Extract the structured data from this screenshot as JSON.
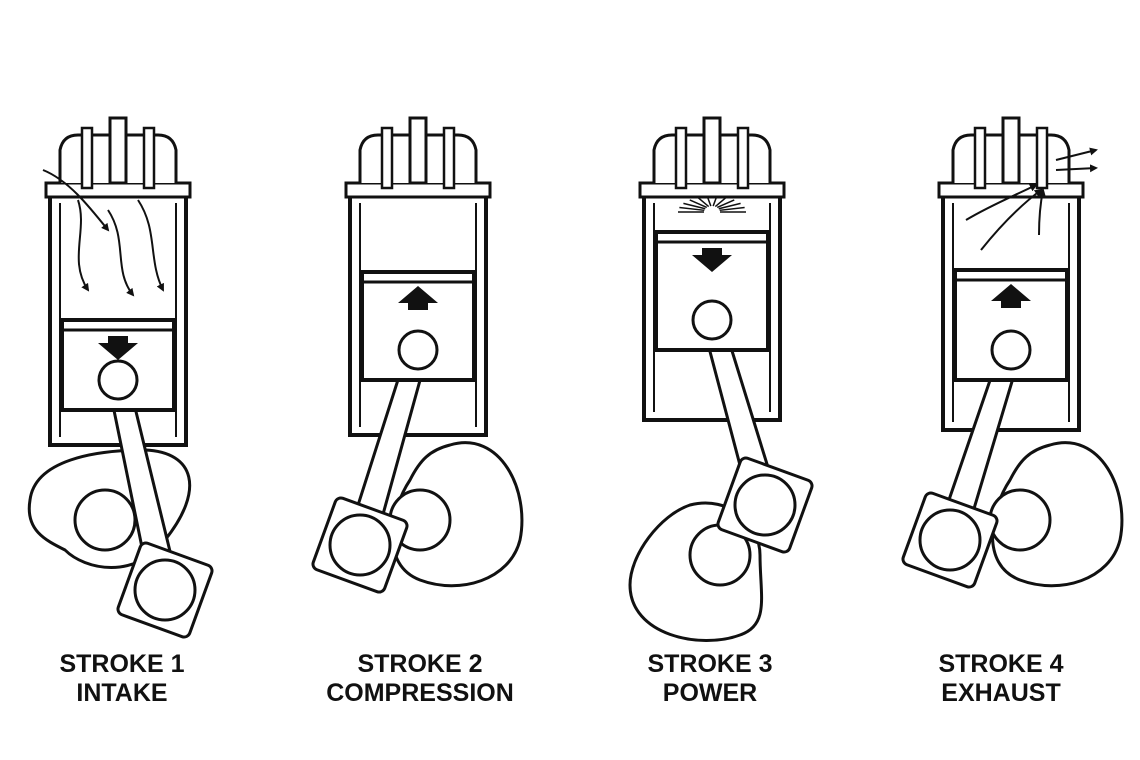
{
  "strokes": [
    {
      "number_label": "STROKE 1",
      "name": "INTAKE",
      "piston_direction": "down",
      "flow": "intake"
    },
    {
      "number_label": "STROKE 2",
      "name": "COMPRESSION",
      "piston_direction": "up",
      "flow": "none"
    },
    {
      "number_label": "STROKE 3",
      "name": "POWER",
      "piston_direction": "down",
      "flow": "ignition"
    },
    {
      "number_label": "STROKE 4",
      "name": "EXHAUST",
      "piston_direction": "up",
      "flow": "exhaust"
    }
  ],
  "colors": {
    "line": "#111111",
    "fill": "#ffffff"
  },
  "icons": [
    "engine-cylinder-icon",
    "piston-icon",
    "connecting-rod-icon",
    "crankshaft-icon",
    "direction-arrow-icon",
    "spark-icon",
    "flow-arrow-icon"
  ]
}
